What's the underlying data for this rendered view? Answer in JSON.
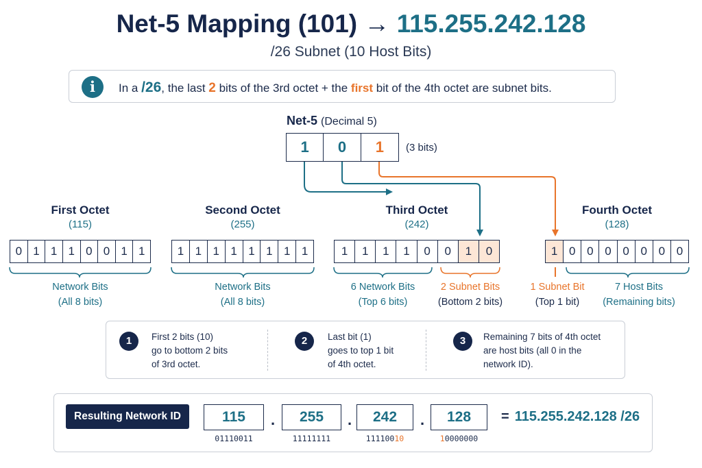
{
  "title": {
    "prefix": "Net-5 Mapping (101) →",
    "highlight": "115.255.242.128"
  },
  "subtitle": "/26 Subnet (10 Host Bits)",
  "info": {
    "icon": "info-icon",
    "t1": "In a ",
    "prefix": "/26",
    "t2": ", the last ",
    "count": "2",
    "t3": " bits of the 3rd octet + the ",
    "first": "first",
    "t4": " bit of the 4th octet are subnet bits."
  },
  "net": {
    "label": "Net-5",
    "decimal": "(Decimal 5)",
    "bits": [
      "1",
      "0",
      "1"
    ],
    "note": "(3 bits)"
  },
  "octets": [
    {
      "name": "First Octet",
      "value": "(115)",
      "bits": [
        "0",
        "1",
        "1",
        "1",
        "0",
        "0",
        "1",
        "1"
      ]
    },
    {
      "name": "Second Octet",
      "value": "(255)",
      "bits": [
        "1",
        "1",
        "1",
        "1",
        "1",
        "1",
        "1",
        "1"
      ]
    },
    {
      "name": "Third Octet",
      "value": "(242)",
      "bits": [
        "1",
        "1",
        "1",
        "1",
        "0",
        "0",
        "1",
        "0"
      ]
    },
    {
      "name": "Fourth Octet",
      "value": "(128)",
      "bits": [
        "1",
        "0",
        "0",
        "0",
        "0",
        "0",
        "0",
        "0"
      ]
    }
  ],
  "braces": {
    "first": {
      "l1": "Network Bits",
      "l2": "(All 8 bits)"
    },
    "second": {
      "l1": "Network Bits",
      "l2": "(All 8 bits)"
    },
    "third_net": {
      "l1": "6 Network Bits",
      "l2": "(Top 6 bits)"
    },
    "third_sub": {
      "l1": "2 Subnet Bits",
      "l2": "(Bottom 2 bits)"
    },
    "fourth_sub": {
      "l1": "1 Subnet Bit",
      "l2": "(Top 1 bit)"
    },
    "fourth_host": {
      "l1": "7 Host Bits",
      "l2": "(Remaining bits)"
    }
  },
  "steps": [
    {
      "num": "1",
      "text": "First 2 bits (10)\ngo to bottom 2 bits\nof 3rd octet."
    },
    {
      "num": "2",
      "text": "Last bit (1)\ngoes to top 1 bit\nof 4th octet."
    },
    {
      "num": "3",
      "text": "Remaining 7 bits of 4th octet\nare host bits (all 0 in the\nnetwork ID)."
    }
  ],
  "result": {
    "label": "Resulting Network ID",
    "octets": [
      "115",
      "255",
      "242",
      "128"
    ],
    "bin": {
      "o1": "01110011",
      "o2": "11111111",
      "o3_main": "111100",
      "o3_sub": "10",
      "o4_sub": "1",
      "o4_main": "0000000"
    },
    "dot": ".",
    "equals": "=",
    "final": "115.255.242.128 /26"
  },
  "colors": {
    "navy": "#16264a",
    "teal": "#1d6f86",
    "orange": "#e8742a",
    "subnet_fill": "#fde6d6"
  }
}
